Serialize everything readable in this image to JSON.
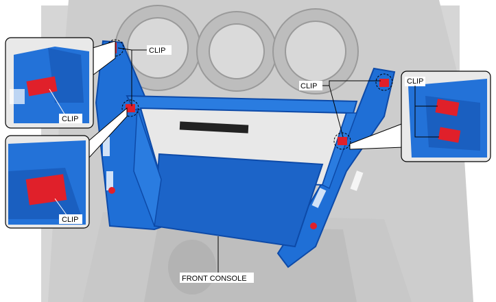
{
  "labels": {
    "clip_top_center": "CLIP",
    "clip_inset_top_left": "CLIP",
    "clip_inset_bottom_left": "CLIP",
    "clip_right_main": "CLIP",
    "clip_inset_right": "CLIP",
    "front_console": "FRONT CONSOLE"
  },
  "colors": {
    "panel_blue": "#1f6fd6",
    "panel_dark": "#0d4aa8",
    "clip_red": "#e0202a",
    "background_gray": "#d9d9d9",
    "dash_gray": "#c4c4c4"
  }
}
